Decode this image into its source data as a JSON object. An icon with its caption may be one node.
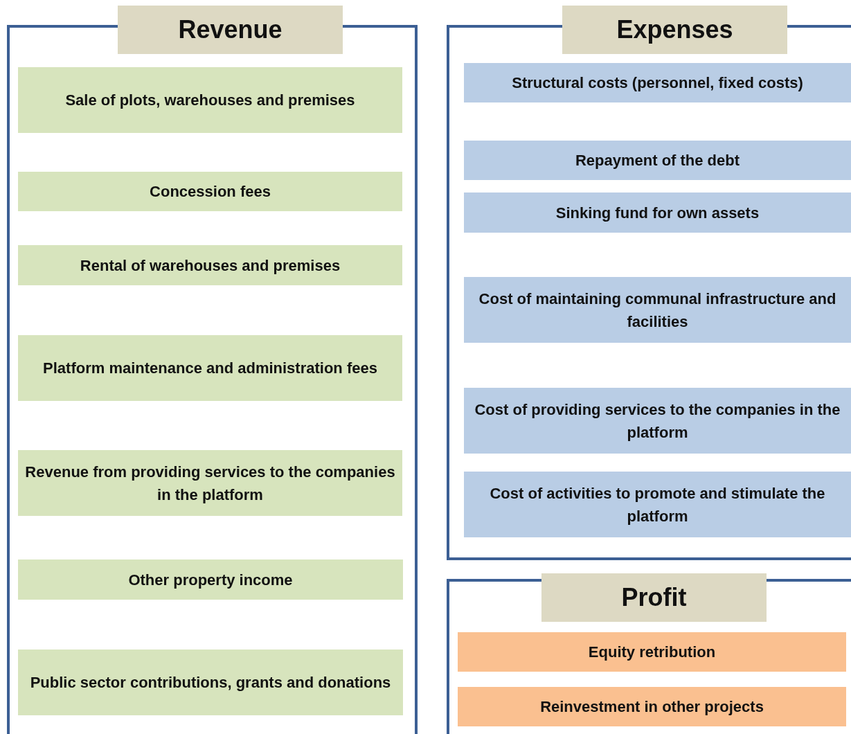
{
  "diagram": {
    "nodes": [
      {
        "text": [
          "Revenue"
        ]
      },
      {
        "text": [
          "Sale of plots, warehouses and premises"
        ],
        "in": 0
      },
      {
        "text": [
          "Concession fees"
        ],
        "in": 0
      },
      {
        "text": [
          "Rental of warehouses and premises"
        ],
        "in": 0
      },
      {
        "text": [
          "Platform maintenance and administration fees"
        ],
        "in": 0
      },
      {
        "text": [
          "Revenue from providing services to the companies in the platform"
        ],
        "in": 0
      },
      {
        "text": [
          "Other property income"
        ],
        "in": 0
      },
      {
        "text": [
          "Public sector contributions, grants and donations"
        ],
        "in": 0
      },
      {
        "text": [
          "Expenses"
        ]
      },
      {
        "text": [
          "Structural costs (personnel, fixed costs)"
        ],
        "in": 8
      },
      {
        "text": [
          "Repayment of the debt"
        ],
        "in": 8
      },
      {
        "text": [
          "Sinking fund for own assets"
        ],
        "in": 8
      },
      {
        "text": [
          "Cost of maintaining communal infrastructure and facilities"
        ],
        "in": 8
      },
      {
        "text": [
          "Cost of providing services to the companies in the platform"
        ],
        "in": 8
      },
      {
        "text": [
          "Cost of activities to promote and stimulate the platform"
        ],
        "in": 8
      },
      {
        "text": [
          "Profit"
        ]
      },
      {
        "text": [
          "Equity retribution"
        ],
        "in": 15
      },
      {
        "text": [
          "Reinvestment in other projects"
        ],
        "in": 15
      }
    ],
    "edges": []
  }
}
